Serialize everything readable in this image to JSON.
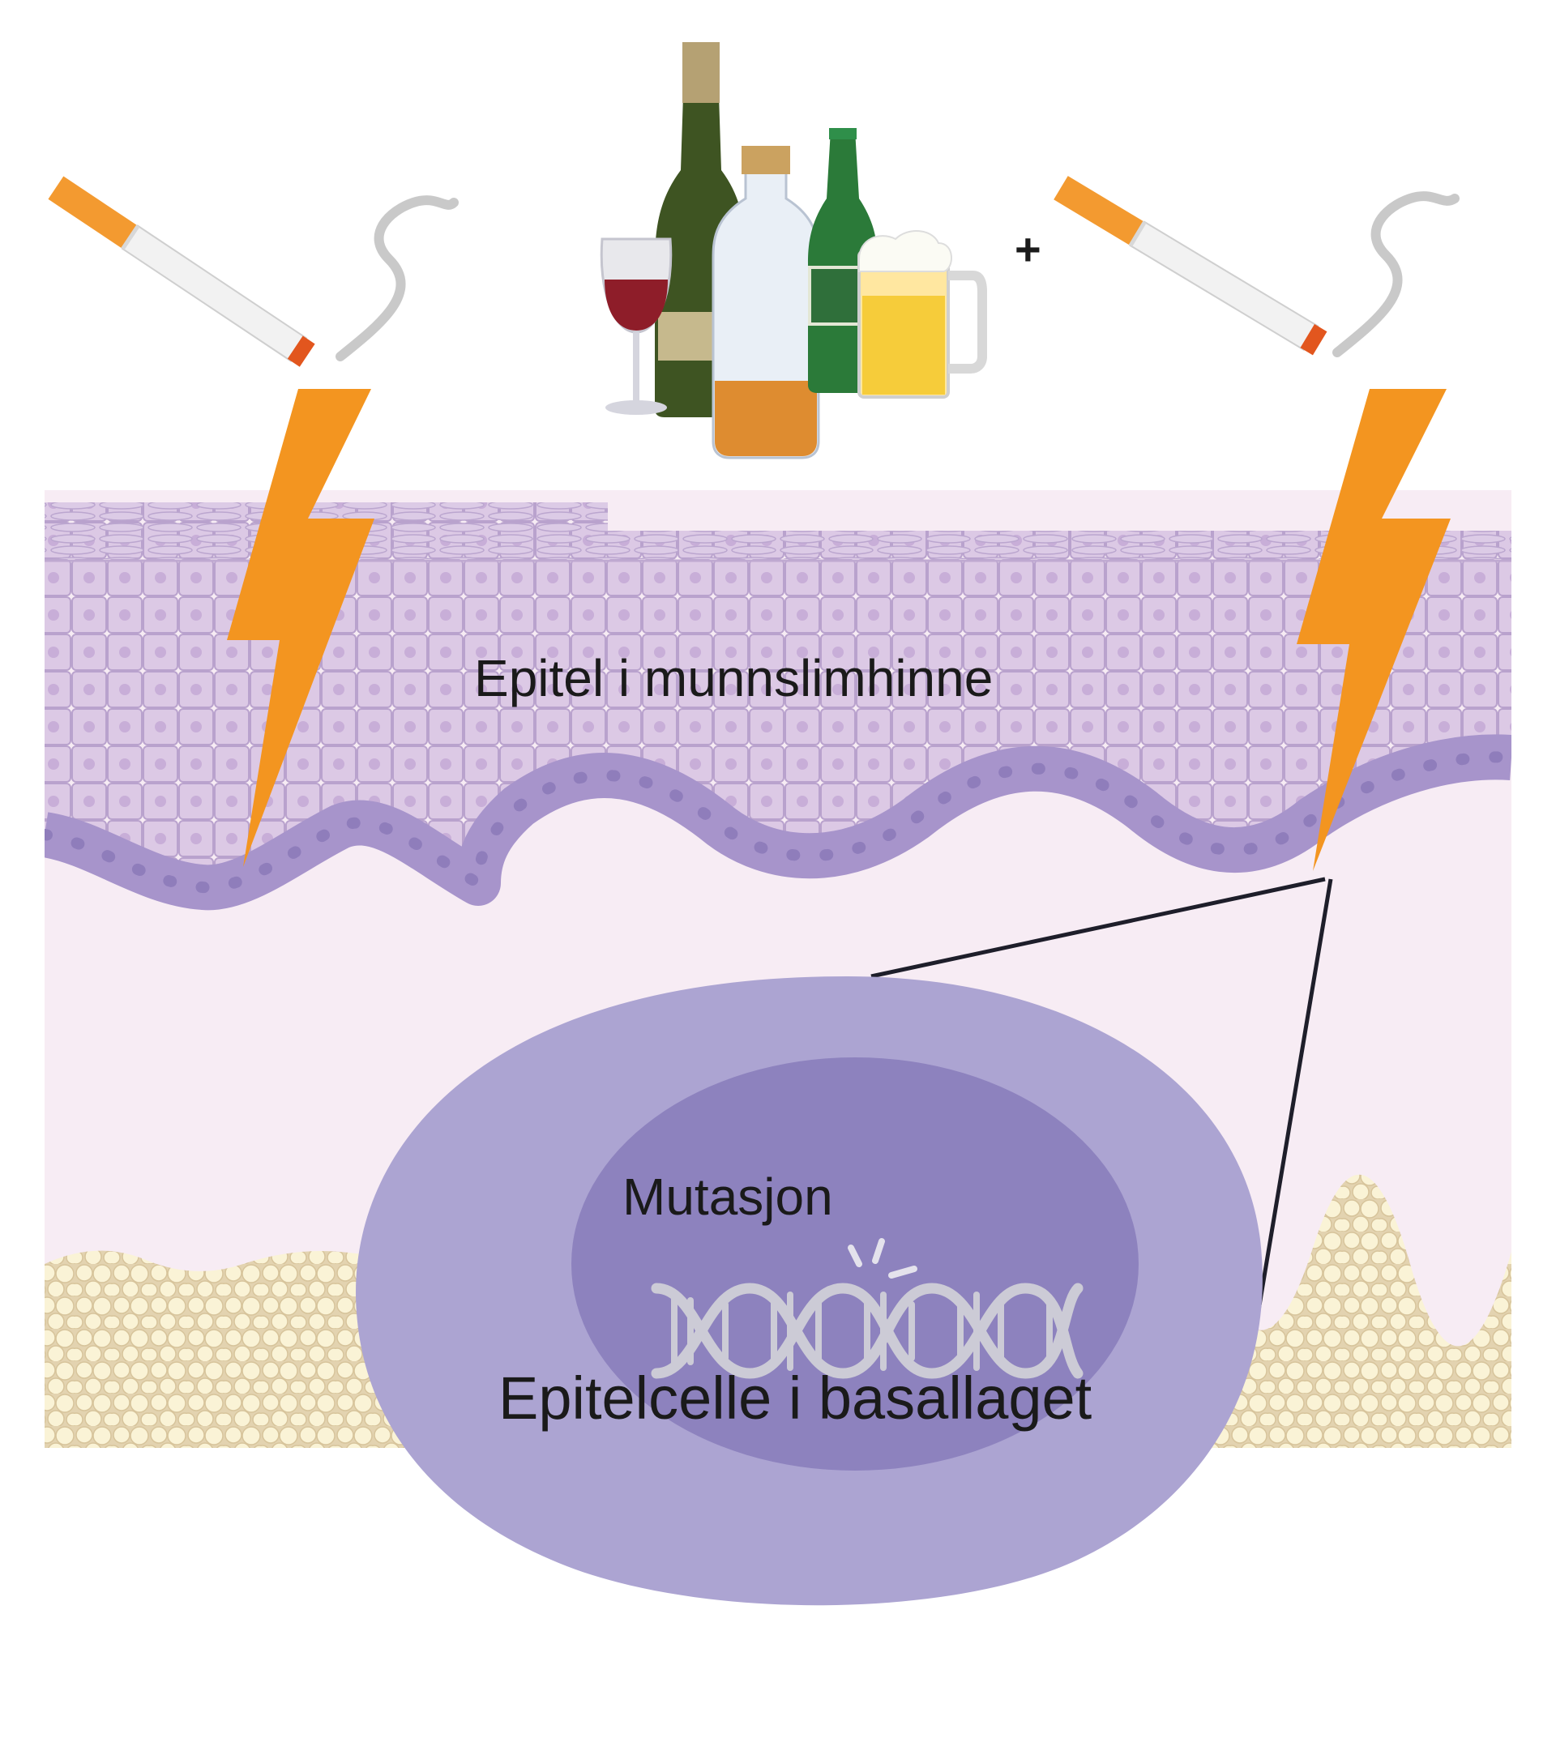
{
  "labels": {
    "epithelium": "Epitel i munnslimhinne",
    "mutation": "Mutasjon",
    "basal_cell": "Epitelcelle i basallaget",
    "plus": "+"
  },
  "icons": [
    "cigarette-icon",
    "alcohol-bottles-icon",
    "lightning-icon",
    "dna-icon"
  ],
  "colors": {
    "lamina": "#f7ecf4",
    "epithelium": "#d9c5e2",
    "basal_layer": "#b3a4d4",
    "cell_outer": "#ada5d2",
    "nucleus": "#8d82be",
    "lightning": "#f39520",
    "fat_tissue": "#f8efd0"
  }
}
